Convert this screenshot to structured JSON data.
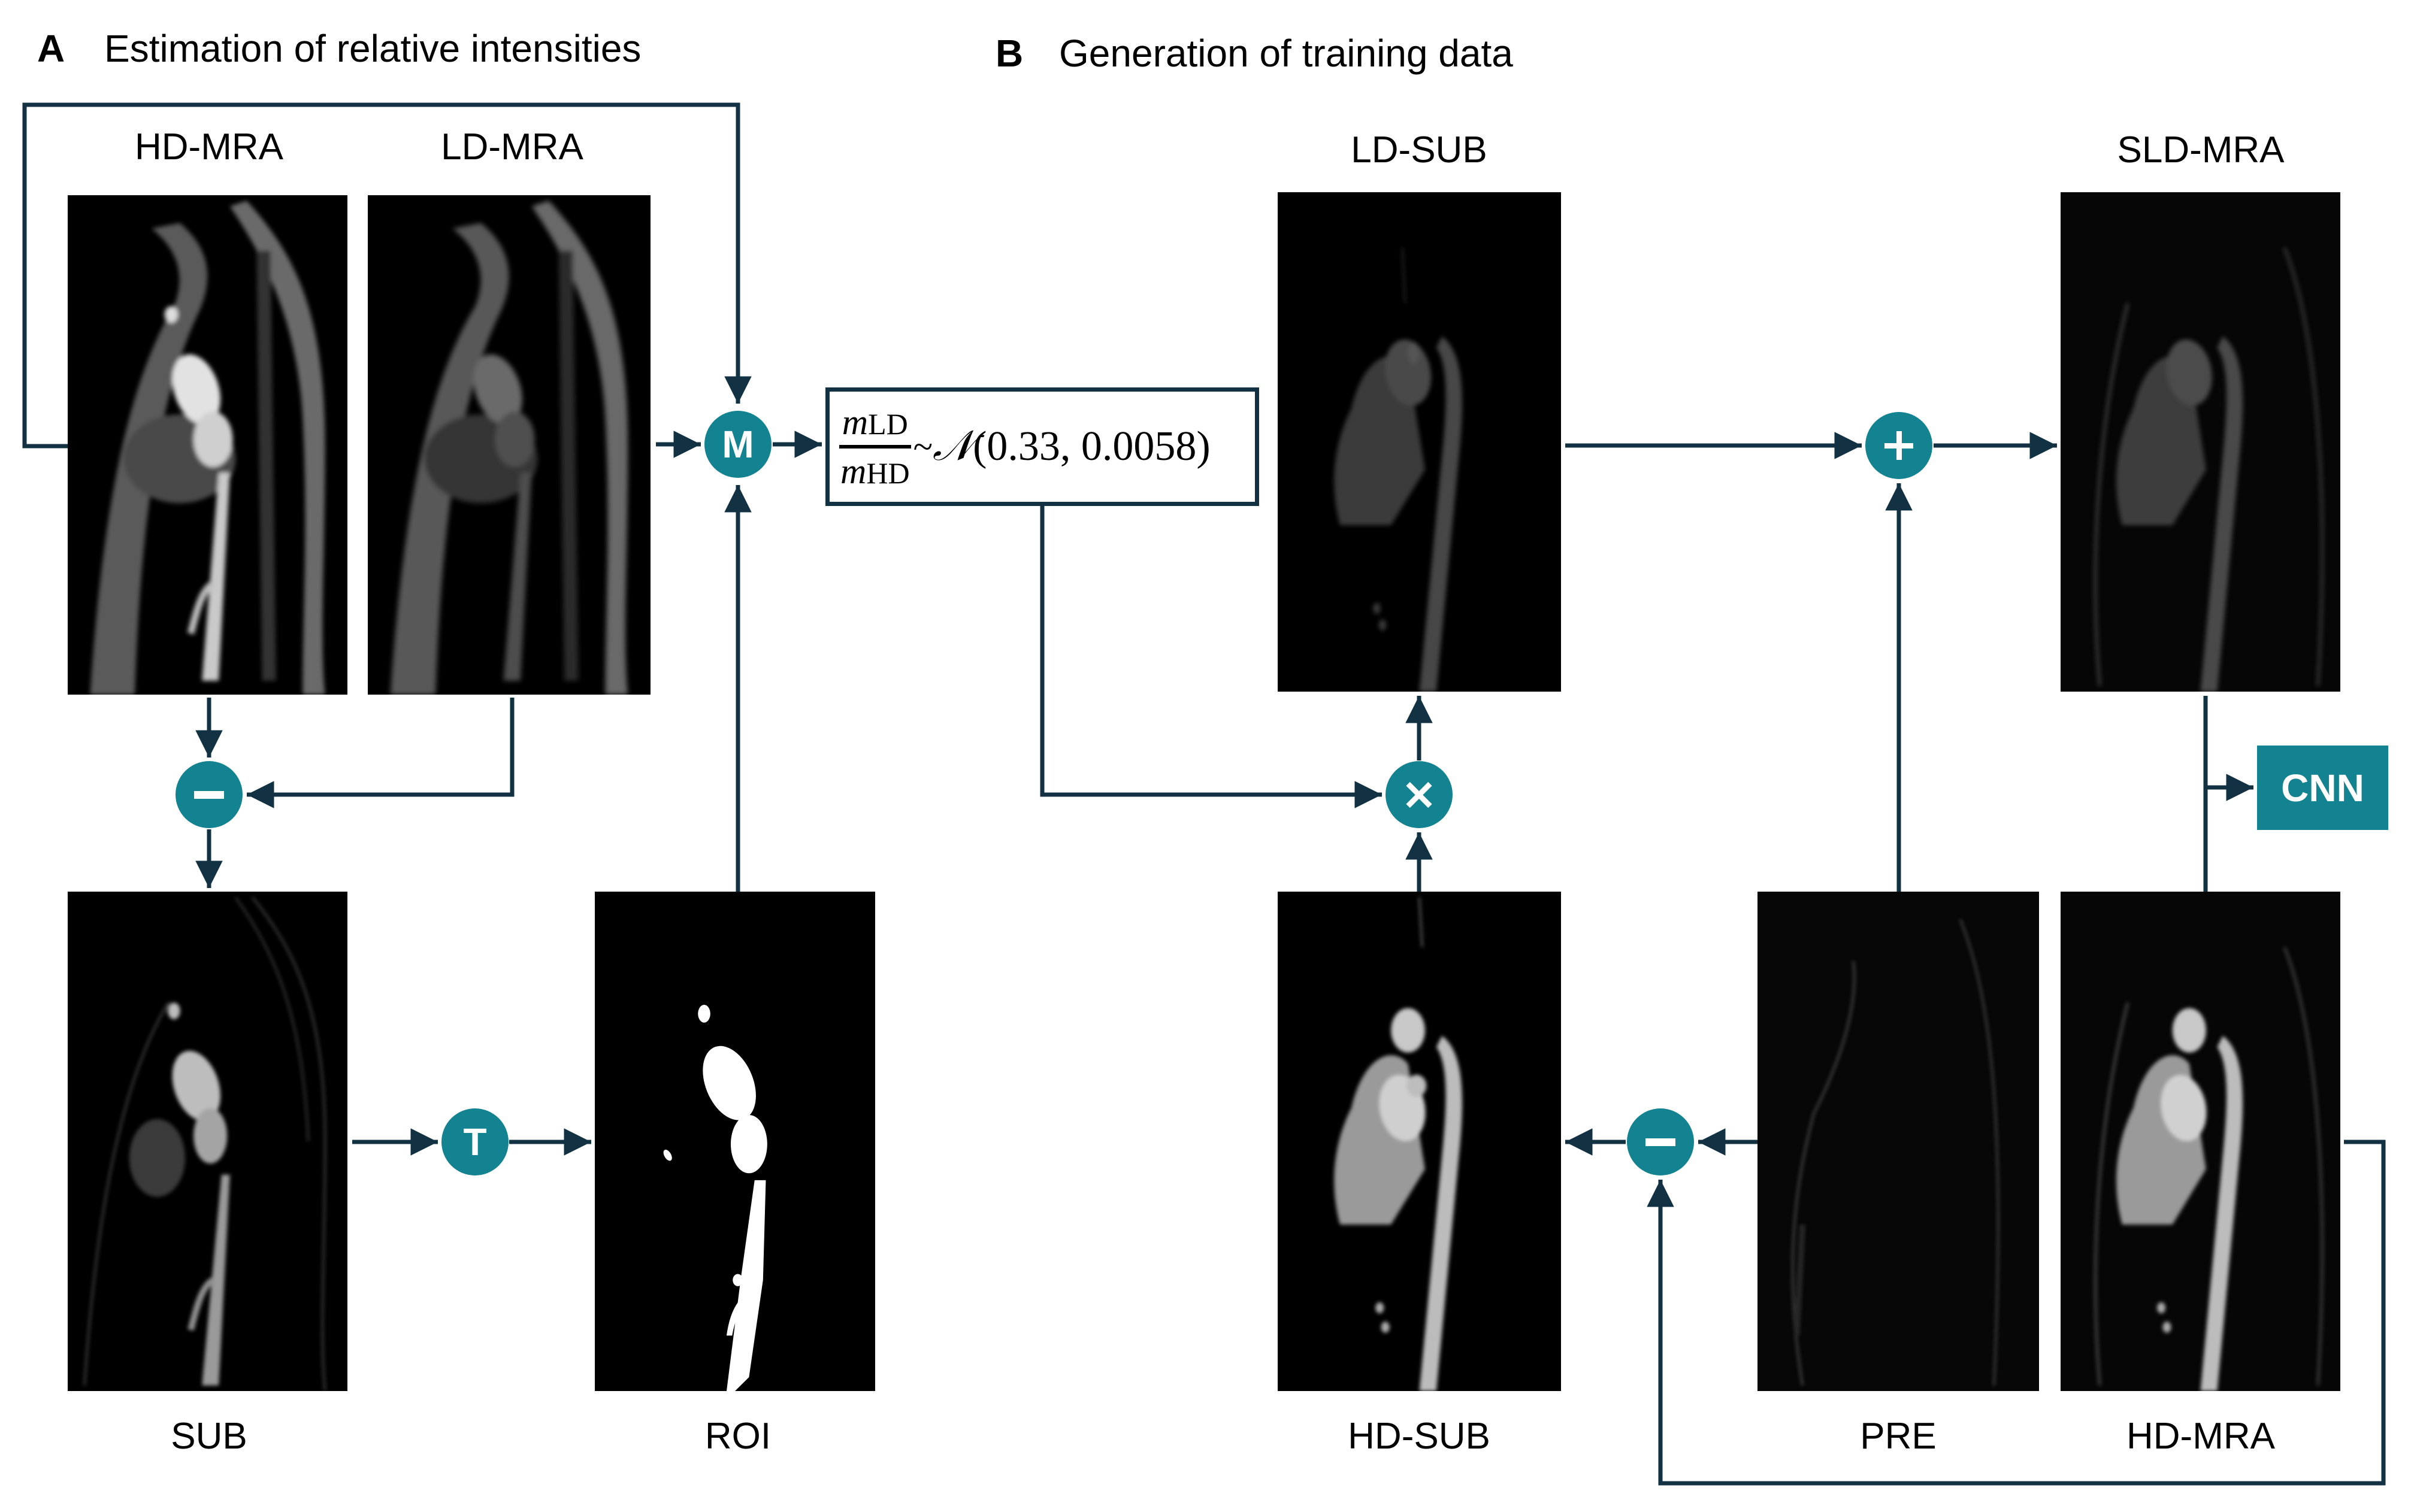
{
  "panel_a": {
    "letter": "A",
    "title": "Estimation of relative intensities",
    "images": {
      "hd_mra": "HD-MRA",
      "ld_mra": "LD-MRA",
      "sub": "SUB",
      "roi": "ROI"
    },
    "operators": {
      "mean": "M",
      "subtract": "−",
      "threshold": "T"
    }
  },
  "formula": {
    "numerator_var": "m",
    "numerator_sub": "LD",
    "denominator_var": "m",
    "denominator_sub": "HD",
    "tilde": "~",
    "distribution": "𝒩",
    "params": "(0.33, 0.0058)",
    "mean": 0.33,
    "variance": 0.0058
  },
  "panel_b": {
    "letter": "B",
    "title": "Generation of training data",
    "images": {
      "ld_sub": "LD-SUB",
      "sld_mra": "SLD-MRA",
      "hd_sub": "HD-SUB",
      "pre": "PRE",
      "hd_mra": "HD-MRA"
    },
    "operators": {
      "add": "+",
      "multiply": "×",
      "subtract": "−"
    },
    "cnn_label": "CNN"
  },
  "colors": {
    "operator_fill": "#148391",
    "wire": "#123243",
    "operator_glyph": "#ffffff"
  }
}
